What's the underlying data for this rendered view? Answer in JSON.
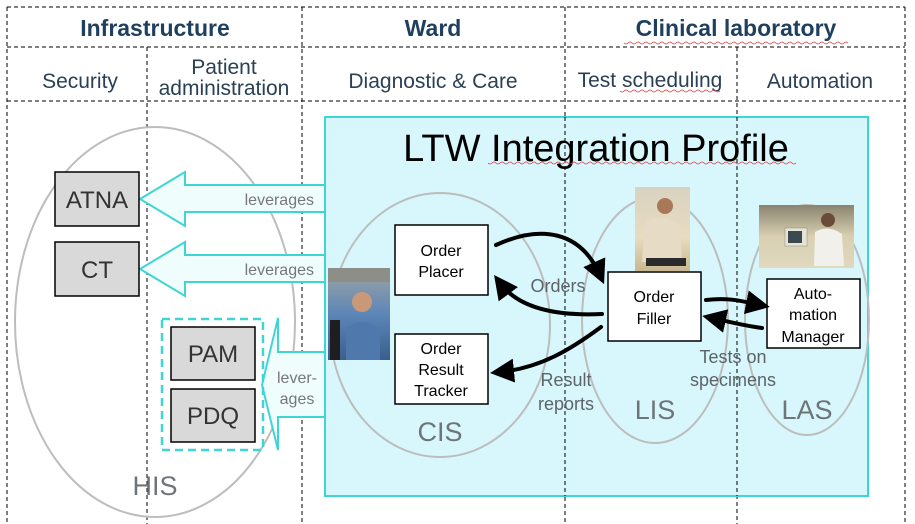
{
  "header": {
    "groups": [
      {
        "label": "Infrastructure"
      },
      {
        "label": "Ward"
      },
      {
        "label": "Clinical laboratory"
      }
    ],
    "columns": [
      {
        "lines": [
          "Security"
        ]
      },
      {
        "lines": [
          "Patient",
          "administration"
        ]
      },
      {
        "lines": [
          "Diagnostic & Care"
        ]
      },
      {
        "lines": [
          "Test scheduling"
        ]
      },
      {
        "lines": [
          "Automation"
        ]
      }
    ]
  },
  "profile": {
    "title": "LTW Integration Profile"
  },
  "systems": {
    "his": "HIS",
    "cis": "CIS",
    "lis": "LIS",
    "las": "LAS"
  },
  "infrastructure_profiles": [
    "ATNA",
    "CT",
    "PAM",
    "PDQ"
  ],
  "actors": {
    "order_placer": [
      "Order",
      "Placer"
    ],
    "order_result_tracker": [
      "Order",
      "Result",
      "Tracker"
    ],
    "order_filler": [
      "Order",
      "Filler"
    ],
    "automation_manager": [
      "Auto-",
      "mation",
      "Manager"
    ]
  },
  "flows": {
    "orders": "Orders",
    "result_reports": [
      "Result",
      "reports"
    ],
    "tests_on_specimens": [
      "Tests on",
      "specimens"
    ]
  },
  "leverages": {
    "atna": "leverages",
    "ct": "leverages",
    "pam_pdq": [
      "lever-",
      "ages"
    ]
  },
  "photos": {
    "ward": "ward-clinician-photo",
    "lab_scheduling": "lab-technician-photo",
    "automation": "lab-automation-photo"
  },
  "colors": {
    "header_text": "#1f3f5f",
    "profile_fill": "#d7f7fc",
    "profile_border": "#3fd5d5",
    "ellipse": "#bdbdbd",
    "infra_box": "#d9d9d9"
  }
}
